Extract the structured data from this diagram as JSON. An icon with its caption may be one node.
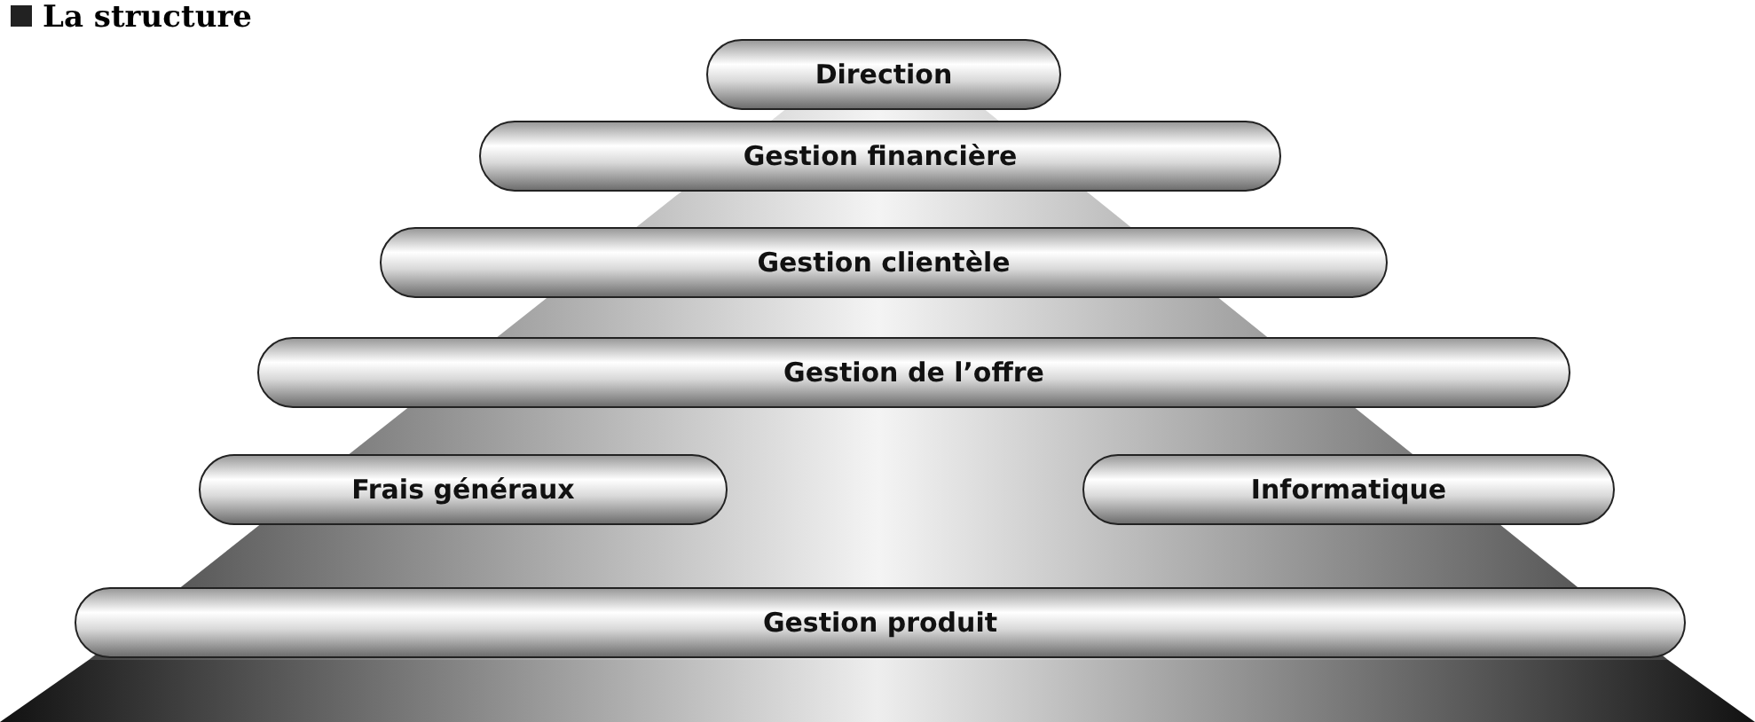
{
  "diagram": {
    "title": "La structure",
    "nodes": [
      {
        "text": [
          "Direction"
        ]
      },
      {
        "text": [
          "Gestion financière"
        ]
      },
      {
        "text": [
          "Gestion clientèle"
        ]
      },
      {
        "text": [
          "Gestion de l’offre"
        ]
      },
      {
        "text": [
          "Frais généraux"
        ]
      },
      {
        "text": [
          "Informatique"
        ]
      },
      {
        "text": [
          "Gestion produit"
        ]
      }
    ],
    "edges": []
  }
}
